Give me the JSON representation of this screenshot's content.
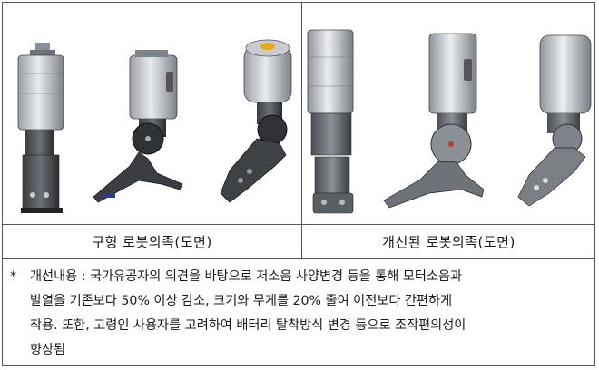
{
  "captions": {
    "left": "구형 로봇의족(도면)",
    "right": "개선된 로봇의족(도면)"
  },
  "note": {
    "bullet": "*",
    "lines": [
      "개선내용 : 국가유공자의 의견을 바탕으로 저소음 사양변경 등을 통해 모터소음과",
      "발열을 기존보다 50% 이상 감소, 크기와 무게를 20% 줄여 이전보다 간편하게",
      "착용. 또한, 고령인 사용자를 고려하여 배터리 탈착방식 변경 등으로 조작편의성이",
      "향상됨"
    ]
  },
  "colors": {
    "border": "#555555",
    "text": "#1a1a1a"
  }
}
